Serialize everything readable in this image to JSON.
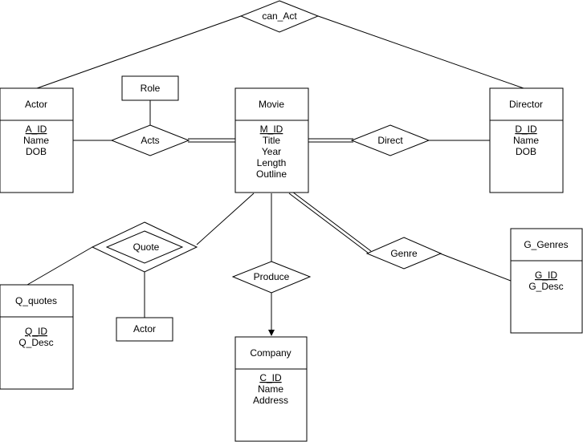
{
  "entities": {
    "actor": {
      "name": "Actor",
      "attributes": [
        "A_ID",
        "Name",
        "DOB"
      ],
      "key": "A_ID"
    },
    "movie": {
      "name": "Movie",
      "attributes": [
        "M_ID",
        "Title",
        "Year",
        "Length",
        "Outline"
      ],
      "key": "M_ID"
    },
    "director": {
      "name": "Director",
      "attributes": [
        "D_ID",
        "Name",
        "DOB"
      ],
      "key": "D_ID"
    },
    "q_quotes": {
      "name": "Q_quotes",
      "attributes": [
        "Q_ID",
        "Q_Desc"
      ],
      "key": "Q_ID"
    },
    "g_genres": {
      "name": "G_Genres",
      "attributes": [
        "G_ID",
        "G_Desc"
      ],
      "key": "G_ID"
    },
    "company": {
      "name": "Company",
      "attributes": [
        "C_ID",
        "Name",
        "Address"
      ],
      "key": "C_ID"
    }
  },
  "relationships": {
    "can_act": "can_Act",
    "acts": "Acts",
    "direct": "Direct",
    "quote": "Quote",
    "produce": "Produce",
    "genre": "Genre"
  },
  "labels": {
    "role": "Role",
    "quote_actor": "Actor"
  }
}
